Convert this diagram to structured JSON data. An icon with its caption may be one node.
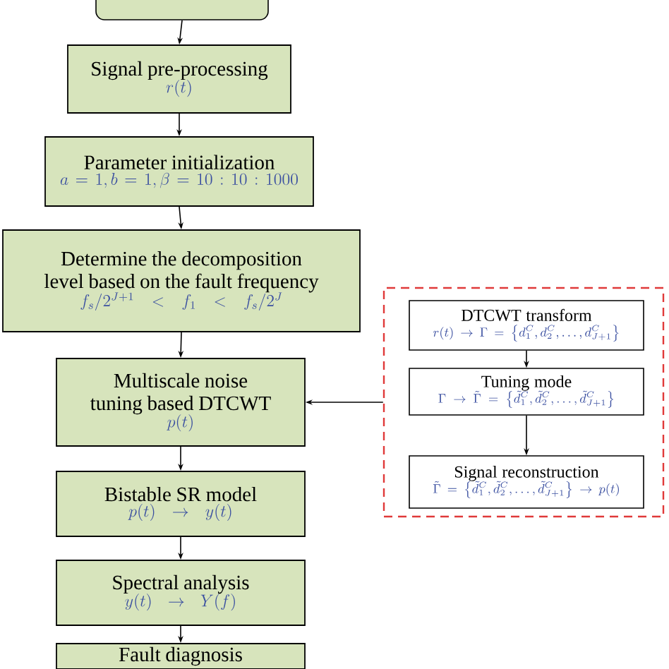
{
  "diagram": {
    "nodes": [
      {
        "text": [],
        "shape": "box"
      },
      {
        "text": [
          "Signal pre-processing",
          "r(t)"
        ]
      },
      {
        "text": [
          "Parameter initialization",
          "a=1,b=1,\\beta=10:10:1000"
        ]
      },
      {
        "text": [
          "Determine the decomposition level based on the fault frequency",
          "f_s/2^{J+1}<f_1<f_s/2^J"
        ]
      },
      {
        "text": [
          "Multiscale noise tuning based DTCWT",
          "p(t)"
        ]
      },
      {
        "text": [
          "Bistable SR model",
          "p(t)\\rightarrow y(t)"
        ]
      },
      {
        "text": [
          "Spectral analysis",
          "y(t)\\rightarrow Y(f)"
        ]
      },
      {
        "text": [
          "Fault diagnosis"
        ]
      },
      {
        "text": [],
        "shape": "box"
      },
      {
        "text": [
          "DTCWT transform",
          "r(t)\\rightarrow\\Gamma=\\left\\{d_1^C,d_2^C,\\ldots,d_{J+1}^C\\right\\}"
        ],
        "in": 8
      },
      {
        "text": [
          "Tuning mode",
          "\\Gamma\\rightarrow\\tilde{\\Gamma}=\\left\\{\\tilde{d}_1^C,\\tilde{d}_2^C,\\ldots,\\tilde{d}_{J+1}^C\\right\\}"
        ],
        "in": 8
      },
      {
        "text": [
          "Signal reconstruction",
          "\\tilde{\\Gamma}=\\left\\{\\tilde{d}_1^C,\\tilde{d}_2^C,\\ldots,\\tilde{d}_{J+1}^C\\right\\}\\rightarrow p(t)"
        ],
        "in": 8
      }
    ],
    "edges": [
      {
        "from": 0,
        "to": 1,
        "arrow": "to"
      },
      {
        "from": 1,
        "to": 2,
        "arrow": "to"
      },
      {
        "from": 2,
        "to": 3,
        "arrow": "to"
      },
      {
        "from": 3,
        "to": 4,
        "arrow": "to"
      },
      {
        "from": 4,
        "to": 5,
        "arrow": "to"
      },
      {
        "from": 5,
        "to": 6,
        "arrow": "to"
      },
      {
        "from": 6,
        "to": 7,
        "arrow": "to"
      },
      {
        "from": 9,
        "to": 10,
        "arrow": "to"
      },
      {
        "from": 10,
        "to": 11,
        "arrow": "to"
      },
      {
        "from": 8,
        "to": 4,
        "arrow": "to"
      }
    ]
  }
}
